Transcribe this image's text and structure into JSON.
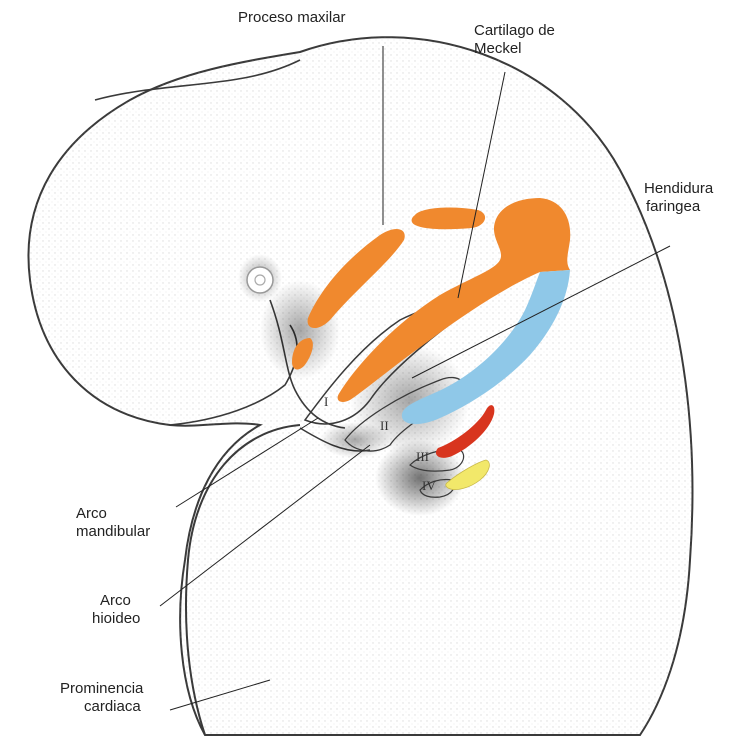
{
  "labels": {
    "maxilar": "Proceso maxilar",
    "meckel_1": "Cartilago de",
    "meckel_2": "Meckel",
    "hendidura_1": "Hendidura",
    "hendidura_2": "faringea",
    "mandibular_1": "Arco",
    "mandibular_2": "mandibular",
    "hioideo_1": "Arco",
    "hioideo_2": "hioideo",
    "cardiaca_1": "Prominencia",
    "cardiaca_2": "cardiaca"
  },
  "arch_numerals": {
    "i": "I",
    "ii": "II",
    "iii": "III",
    "iv": "IV"
  },
  "colors": {
    "orange": "#F0892E",
    "blue": "#8FC8E8",
    "red": "#D8351E",
    "yellow": "#F2E86A",
    "outline": "#3a3a3a",
    "stipple": "#b9b9b9"
  }
}
